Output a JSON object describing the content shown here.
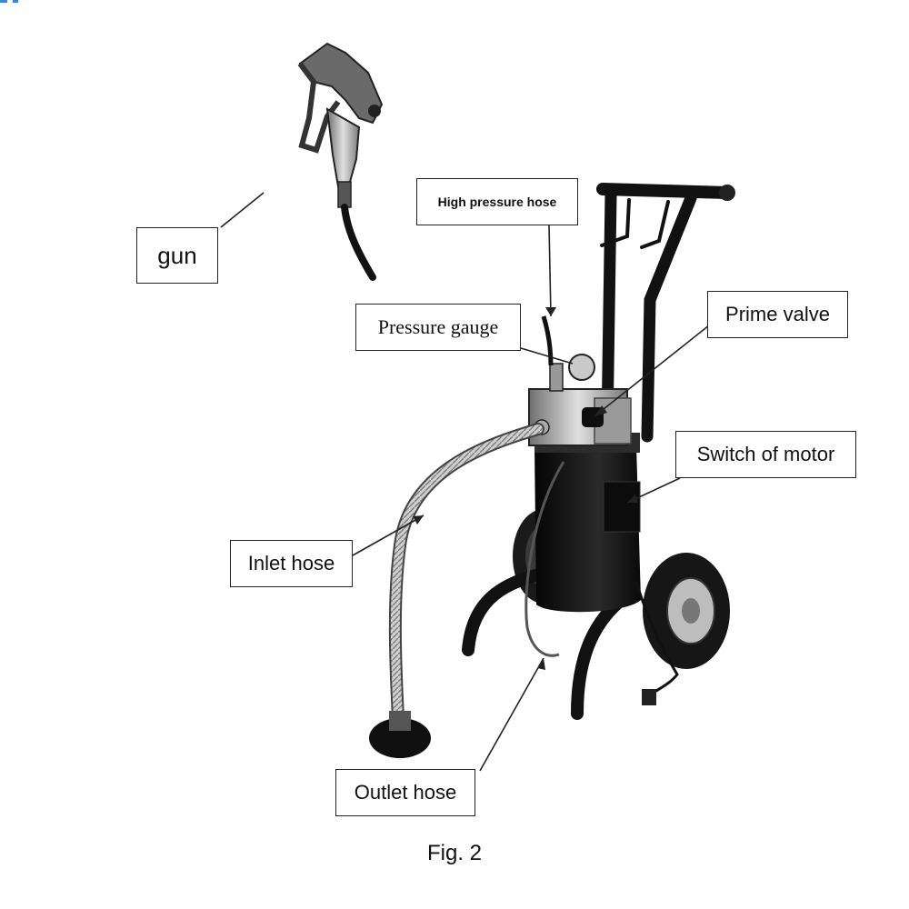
{
  "labels": {
    "gun": "gun",
    "high_pressure_hose": "High pressure hose",
    "pressure_gauge": "Pressure gauge",
    "prime_valve": "Prime valve",
    "switch_of_motor": "Switch of motor",
    "inlet_hose": "Inlet hose",
    "outlet_hose": "Outlet hose"
  },
  "caption": "Fig. 2",
  "colors": {
    "line": "#222222",
    "frame": "#111111",
    "metal": "#a8a8a8",
    "background": "#ffffff",
    "accent_blue": "#3a86d8"
  }
}
